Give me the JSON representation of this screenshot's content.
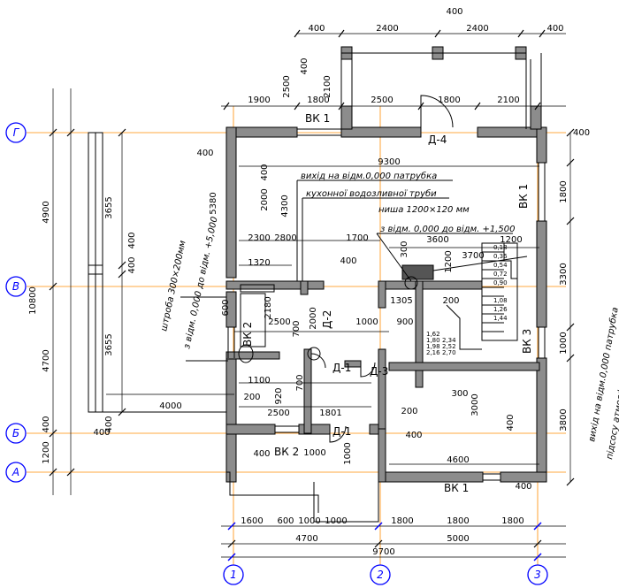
{
  "axes": {
    "rows": [
      {
        "label": "Г"
      },
      {
        "label": "В"
      },
      {
        "label": "Б"
      },
      {
        "label": "А"
      }
    ],
    "cols": [
      {
        "label": "1"
      },
      {
        "label": "2"
      },
      {
        "label": "3"
      }
    ]
  },
  "dims": {
    "top_row1": [
      "400",
      "2400",
      "2400",
      "400"
    ],
    "top_400": "400",
    "top_row2": [
      "1900",
      "1800",
      "2500",
      "1800",
      "2100"
    ],
    "top_2500": "2500",
    "top_2100": "2100",
    "top_400_side": "400",
    "bottom_row1": [
      "1600",
      "600",
      "1000",
      "1000",
      "1800",
      "1800",
      "1800"
    ],
    "bottom_row2": [
      "4700",
      "5000"
    ],
    "bottom_total": "9700",
    "left_outer": [
      "4900",
      "4700",
      "400",
      "1200"
    ],
    "left_total": "10800",
    "left_inner": [
      "3655",
      "400",
      "3655"
    ],
    "right_outer": [
      "400",
      "1800",
      "3300",
      "1000",
      "3800"
    ],
    "inner": {
      "d400a": "400",
      "d400b": "400",
      "d9300": "9300",
      "d2000": "2000",
      "d4300": "4300",
      "d5380": "5380",
      "d2300": "2300",
      "d2800": "2800",
      "d1700": "1700",
      "d300": "300",
      "d3600": "3600",
      "d1200": "1200",
      "d3700": "3700",
      "d1320": "1320",
      "d600": "600",
      "d2180": "2180",
      "d2500a": "2500",
      "d1305": "1305",
      "d200a": "200",
      "d1000a": "1000",
      "d900": "900",
      "d1100": "1100",
      "d920": "920",
      "d200b": "200",
      "d2500b": "2500",
      "d1801": "1801",
      "d300b": "300",
      "d3000": "3000",
      "d200c": "200",
      "d400c": "400",
      "d4600": "4600",
      "d4000": "4000",
      "d400d": "400",
      "d1000b": "1000",
      "d400e": "400",
      "d400f": "400",
      "d1000c": "1000",
      "d1200b": "1200",
      "d400g": "400",
      "d400h": "400",
      "d400i": "400",
      "d400j": "400",
      "d700": "700",
      "d2000b": "2000",
      "d700b": "700"
    },
    "stair_levels": [
      "0,18",
      "0,36",
      "0,54",
      "0,72",
      "0,90",
      "1,08",
      "1,26",
      "1,44"
    ],
    "stair_levels2": [
      "1,62",
      "1,80",
      "1,98",
      "2,16",
      "2,34",
      "2,52",
      "2,70"
    ]
  },
  "labels": {
    "vk1_top": "ВК 1",
    "vk1_right": "ВК 1",
    "vk1_bottom": "ВК 1",
    "vk2_left": "ВК 2",
    "vk2_bottom": "ВК 2",
    "vk3": "ВК 3",
    "d4": "Д-4",
    "d1a": "Д-1",
    "d1b": "Д-1",
    "d2": "Д-2",
    "d3": "Д-3"
  },
  "notes": {
    "pipe_outlet": "вихід на відм.0,000 патрубка",
    "kitchen_pipe": "кухонної водозливної труби",
    "niche": "ниша 1200×120 мм",
    "from_to": "з відм. 0,000 до відм. +1,500",
    "channel": "штроба 300×200мм",
    "from_to2": "з відм. 0,000 до відм. +5,000",
    "fireplace": "вихід на відм.0,000 патрубка",
    "fireplace2": "підсосу атмосферного повітря для каміну"
  }
}
